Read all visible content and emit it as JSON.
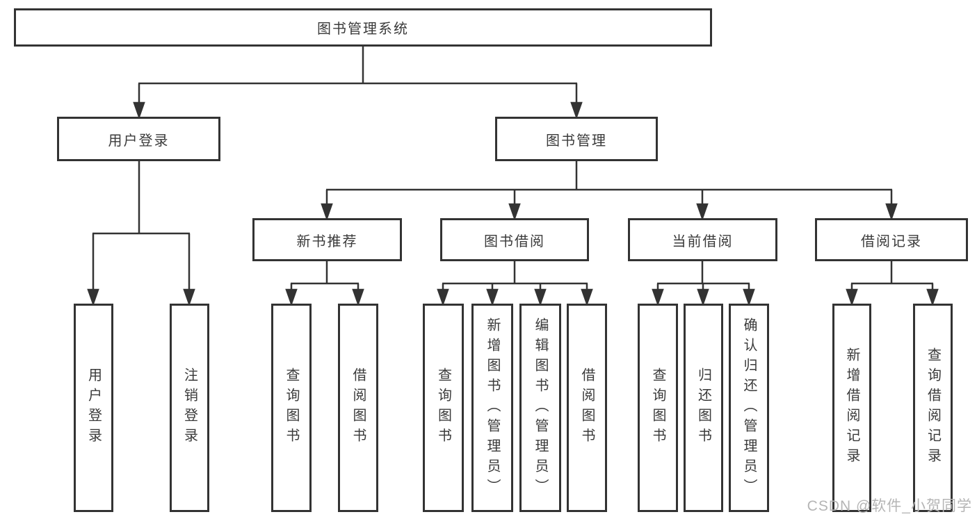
{
  "colors": {
    "line": "#333333",
    "box_border": "#333333",
    "text": "#3a3a3a",
    "watermark": "#b5b5b5",
    "background": "#ffffff"
  },
  "nodes": {
    "root": {
      "label": "图书管理系统"
    },
    "user_login": {
      "label": "用户登录"
    },
    "book_mgmt": {
      "label": "图书管理"
    },
    "new_book_rec": {
      "label": "新书推荐"
    },
    "book_borrow": {
      "label": "图书借阅"
    },
    "current_borrow": {
      "label": "当前借阅"
    },
    "borrow_record": {
      "label": "借阅记录"
    },
    "user_login_children": [
      {
        "label": "用户登录"
      },
      {
        "label": "注销登录"
      }
    ],
    "new_book_rec_children": [
      {
        "label": "查询图书"
      },
      {
        "label": "借阅图书"
      }
    ],
    "book_borrow_children": [
      {
        "label": "查询图书"
      },
      {
        "label": "新增图书（管理员）"
      },
      {
        "label": "编辑图书（管理员）"
      },
      {
        "label": "借阅图书"
      }
    ],
    "current_borrow_children": [
      {
        "label": "查询图书"
      },
      {
        "label": "归还图书"
      },
      {
        "label": "确认归还（管理员）"
      }
    ],
    "borrow_record_children": [
      {
        "label": "新增借阅记录"
      },
      {
        "label": "查询借阅记录"
      }
    ]
  },
  "watermark": {
    "text": "CSDN @软件_小贺同学"
  }
}
